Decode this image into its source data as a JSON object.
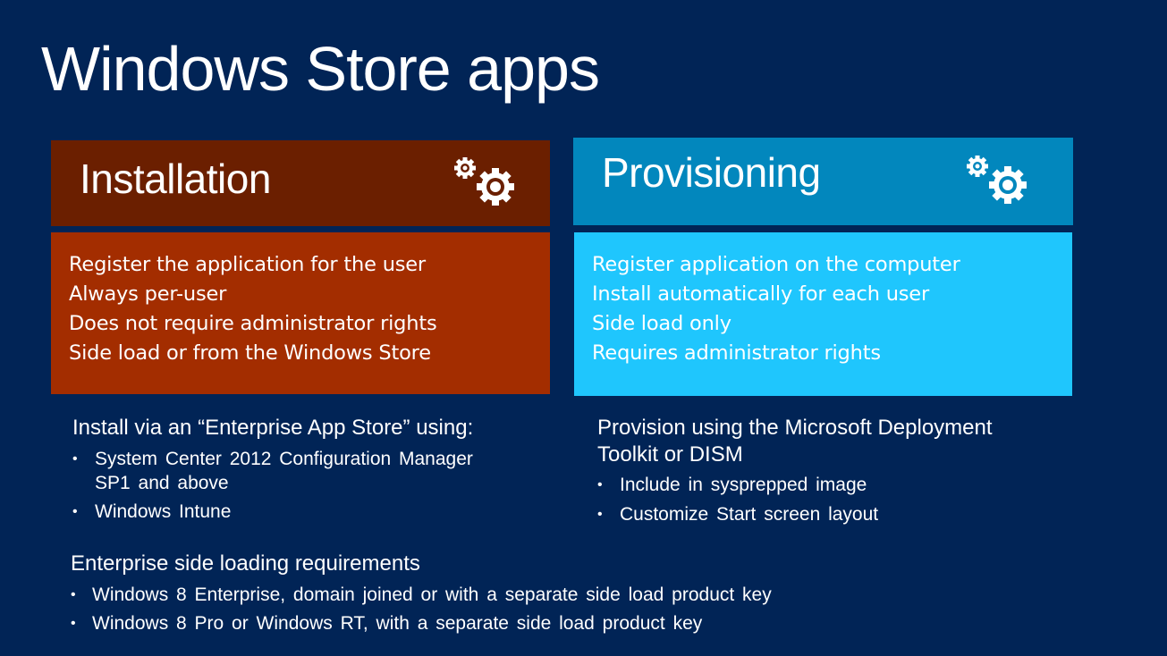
{
  "slide": {
    "title": "Windows Store apps",
    "colors": {
      "background": "#012456",
      "installation_header": "#6b1f00",
      "installation_body": "#a32d00",
      "provisioning_header": "#0287bd",
      "provisioning_body": "#1fc6fd"
    }
  },
  "installation": {
    "header": "Installation",
    "icon": "gears-icon",
    "lines": [
      "Register the application for the user",
      "Always per-user",
      "Does not require administrator rights",
      "Side load or from the Windows Store"
    ],
    "below_heading": "Install via an “Enterprise App Store” using:",
    "bullets": [
      "System Center 2012 Configuration Manager",
      "SP1 and above",
      "Windows Intune"
    ]
  },
  "provisioning": {
    "header": "Provisioning",
    "icon": "gears-icon",
    "lines": [
      "Register application on the computer",
      "Install automatically for each user",
      "Side load only",
      "Requires administrator rights"
    ],
    "below_heading_1": "Provision using the Microsoft Deployment",
    "below_heading_2": "Toolkit or DISM",
    "bullets": [
      "Include in sysprepped image",
      "Customize Start screen layout"
    ]
  },
  "enterprise": {
    "heading": "Enterprise side loading requirements",
    "bullets": [
      "Windows 8 Enterprise, domain joined or with a separate side load product key",
      "Windows 8 Pro or Windows RT, with a separate side load product key"
    ]
  },
  "bullet_char": "•"
}
